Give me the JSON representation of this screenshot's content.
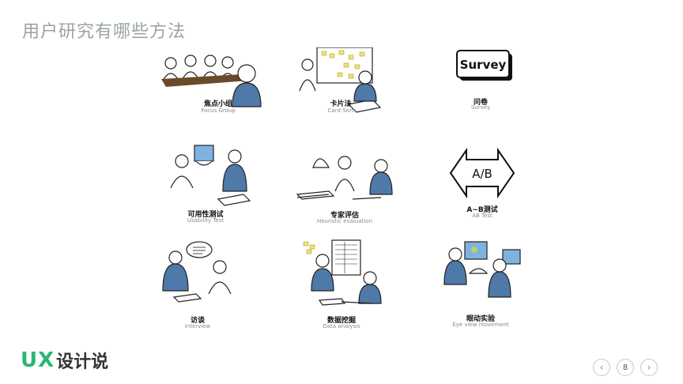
{
  "slide": {
    "title": "用户研究有哪些方法",
    "page_number": "8"
  },
  "methods": [
    {
      "cn": "焦点小组",
      "en": "Focus Group"
    },
    {
      "cn": "卡片法",
      "en": "Card Sort"
    },
    {
      "cn": "问卷",
      "en": "Survey",
      "graphic_text": "Survey"
    },
    {
      "cn": "可用性测试",
      "en": "Usability Test"
    },
    {
      "cn": "专家评估",
      "en": "Heuristic evaluation"
    },
    {
      "cn": "A~B测试",
      "en": "AB Test",
      "graphic_text": "A/B"
    },
    {
      "cn": "访谈",
      "en": "Interview"
    },
    {
      "cn": "数据挖掘",
      "en": "Data analysis"
    },
    {
      "cn": "眼动实验",
      "en": "Eye view movement"
    }
  ],
  "logo": {
    "ux": "UX",
    "cn": "设计说",
    "color": "#2bb673"
  },
  "nav": {
    "prev_icon": "chevron-left-icon",
    "next_icon": "chevron-right-icon"
  },
  "colors": {
    "figure_blue": "#4f79a8",
    "screen_blue": "#7fb2e0",
    "table_brown": "#6b4a2a",
    "sticky_yellow": "#f2e36b"
  }
}
